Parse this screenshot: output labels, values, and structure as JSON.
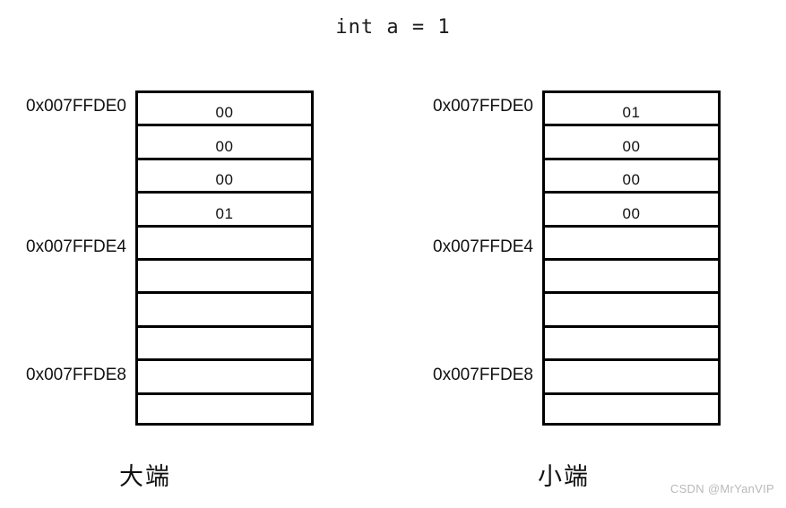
{
  "diagram": {
    "title": "int a = 1",
    "background": "#ffffff",
    "border_color": "#000000",
    "watermark": "CSDN @MrYanVIP"
  },
  "panels": [
    {
      "id": "big-endian",
      "caption": "大端",
      "addresses": [
        {
          "label": "0x007FFDE0",
          "row": 0
        },
        {
          "label": "0x007FFDE4",
          "row": 4
        },
        {
          "label": "0x007FFDE8",
          "row": 7
        }
      ],
      "rows": [
        {
          "value": "00"
        },
        {
          "value": "00"
        },
        {
          "value": "00"
        },
        {
          "value": "01"
        },
        {
          "value": ""
        },
        {
          "value": ""
        },
        {
          "value": ""
        },
        {
          "value": ""
        },
        {
          "value": ""
        },
        {
          "value": ""
        }
      ]
    },
    {
      "id": "little-endian",
      "caption": "小端",
      "addresses": [
        {
          "label": "0x007FFDE0",
          "row": 0
        },
        {
          "label": "0x007FFDE4",
          "row": 4
        },
        {
          "label": "0x007FFDE8",
          "row": 7
        }
      ],
      "rows": [
        {
          "value": "01"
        },
        {
          "value": "00"
        },
        {
          "value": "00"
        },
        {
          "value": "00"
        },
        {
          "value": ""
        },
        {
          "value": ""
        },
        {
          "value": ""
        },
        {
          "value": ""
        },
        {
          "value": ""
        },
        {
          "value": ""
        }
      ]
    }
  ]
}
